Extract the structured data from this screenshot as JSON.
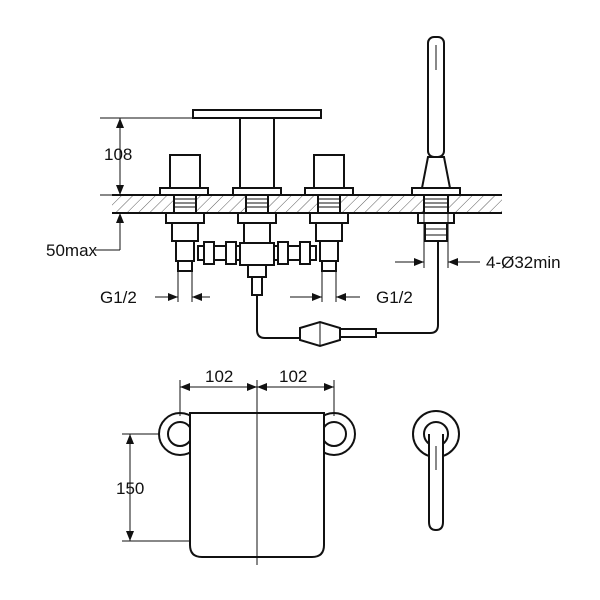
{
  "dimensions": {
    "height_above_deck": "108",
    "deck_thickness": "50max",
    "hole_diameter": "4-Ø32min",
    "inlet_left": "G1/2",
    "inlet_right": "G1/2",
    "spacing_left": "102",
    "spacing_right": "102",
    "depth": "150"
  },
  "colors": {
    "line": "#111111",
    "background": "#ffffff"
  }
}
